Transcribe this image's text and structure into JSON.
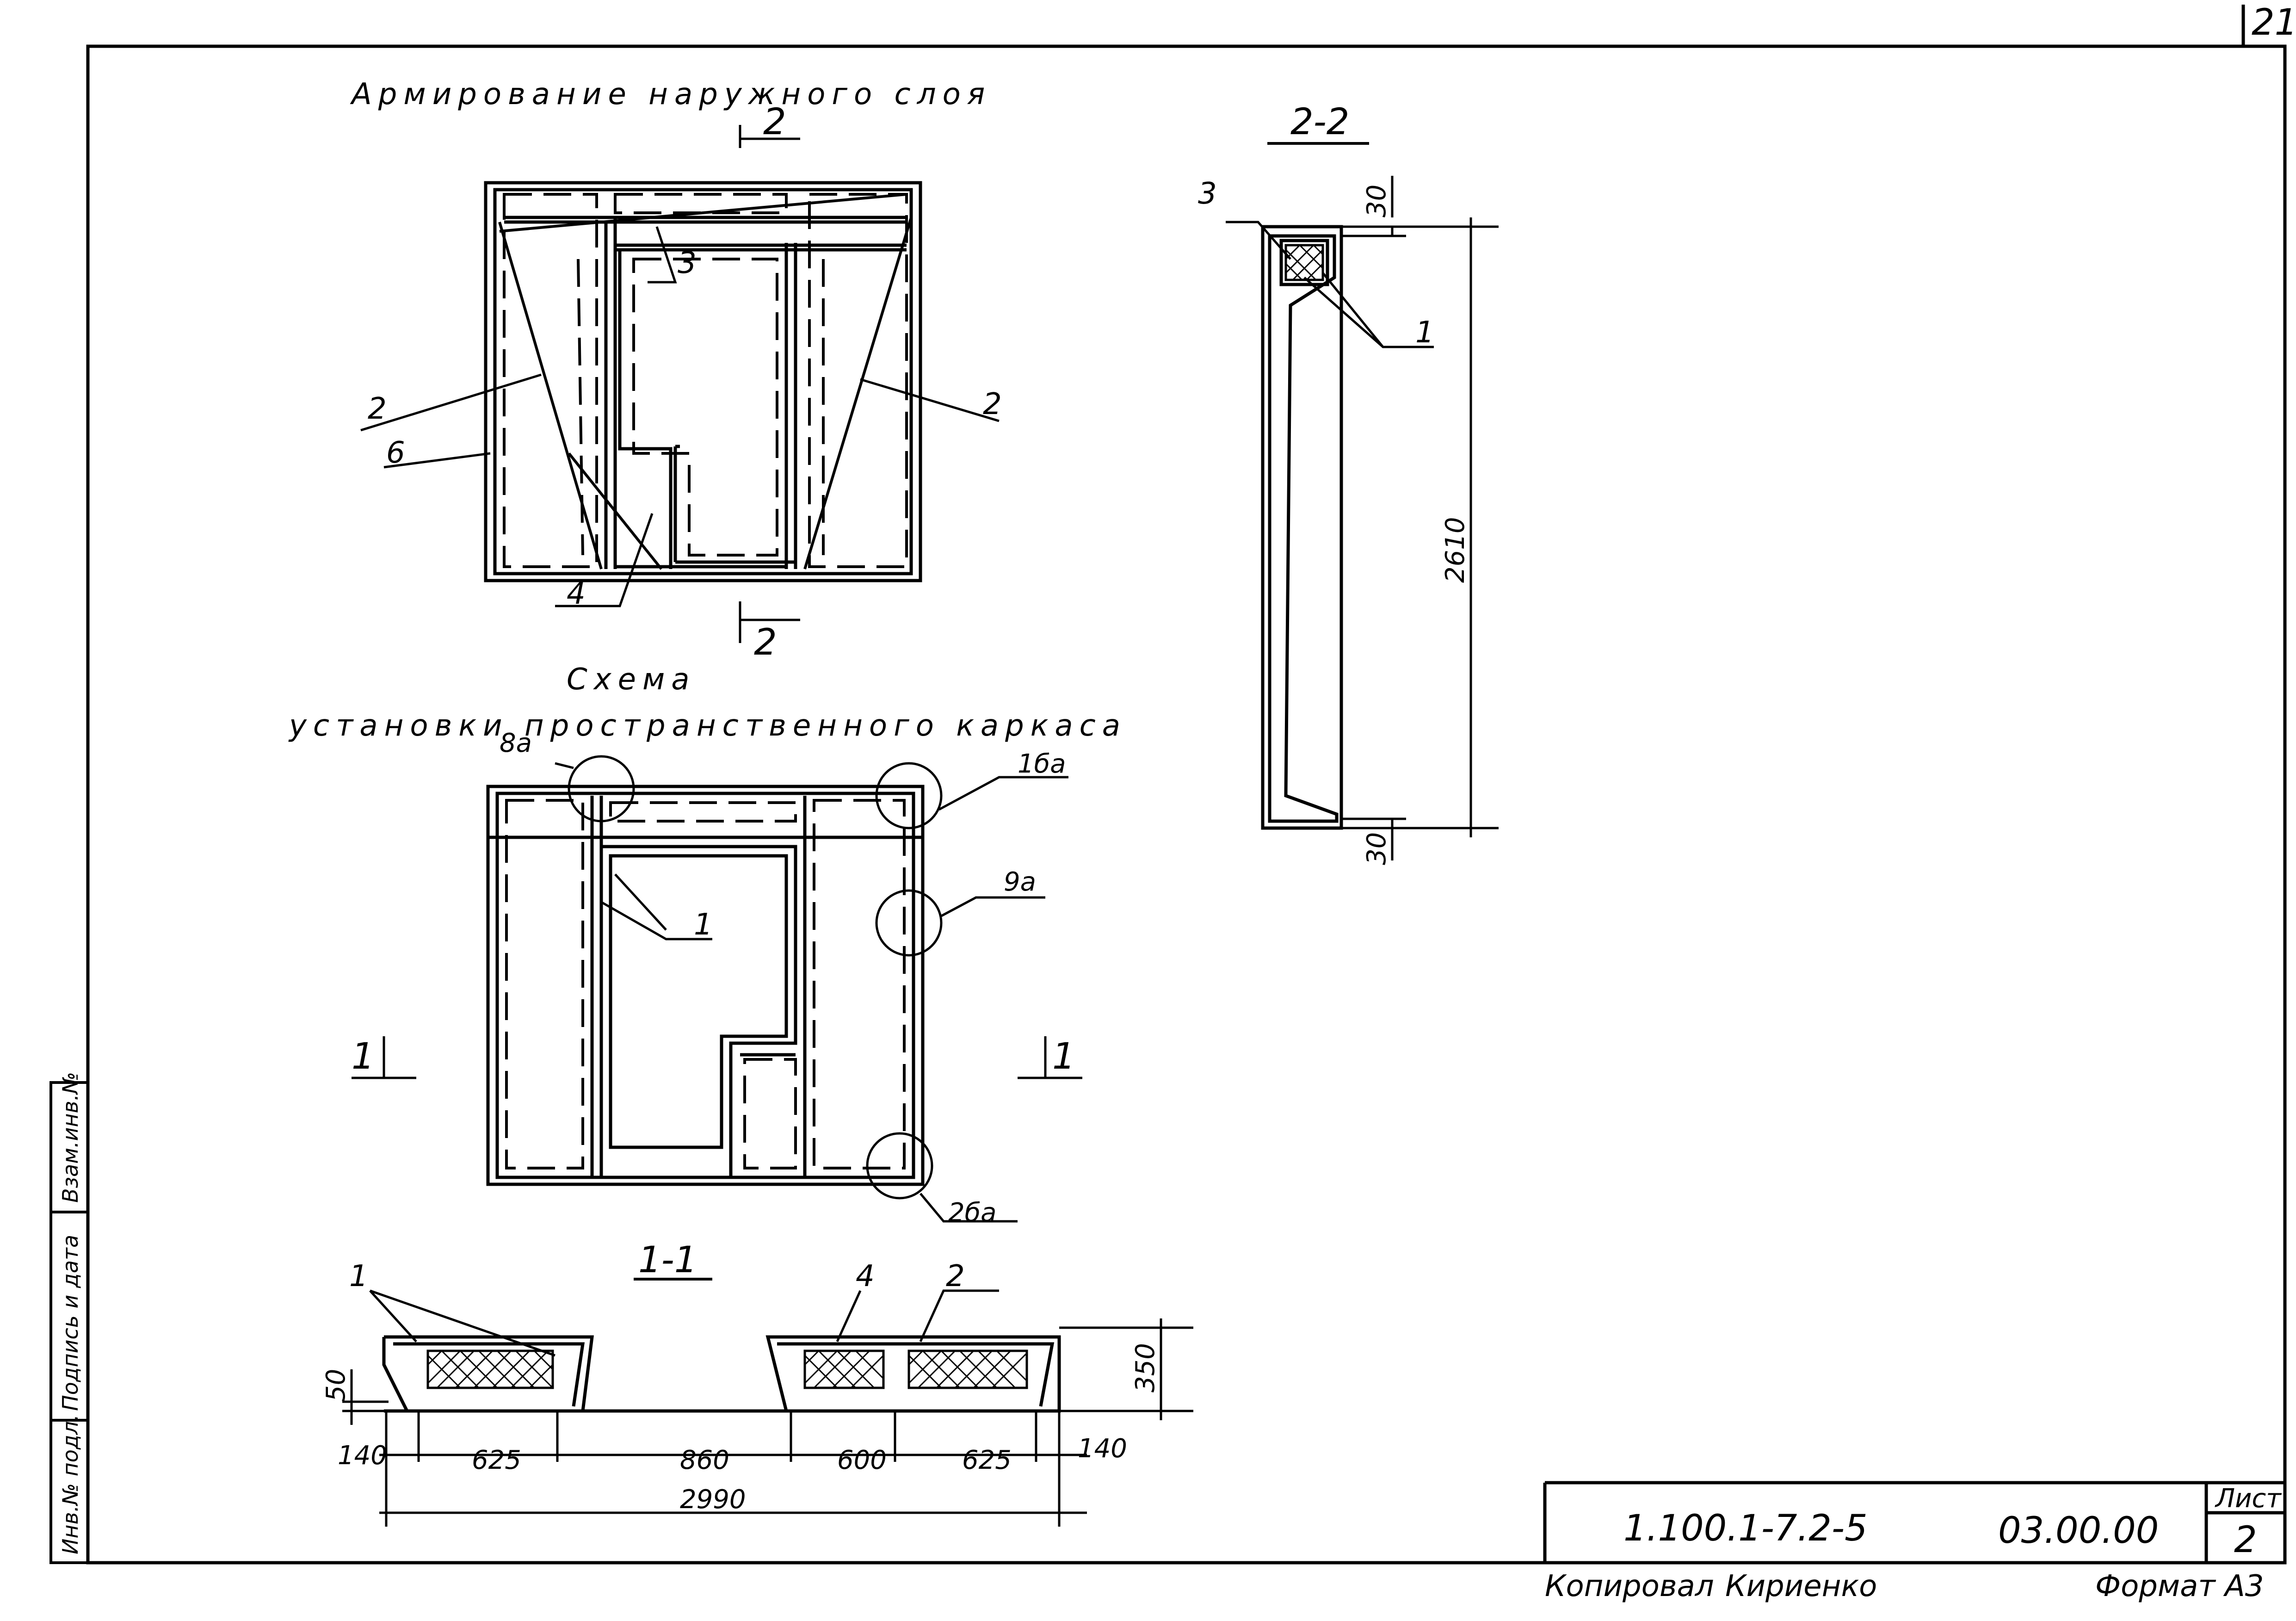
{
  "sheet": {
    "corner_number": "21",
    "format_label": "Формат А3",
    "copied_by": "Копировал",
    "copier_name": "Кириенко"
  },
  "views": {
    "outer_layer": {
      "title": "Армирование наружного слоя",
      "section_mark": "2"
    },
    "frame_scheme": {
      "title_line1": "Схема",
      "title_line2": "установки пространственного каркаса"
    },
    "section_2_2": {
      "title": "2-2"
    },
    "section_1_1": {
      "title": "1-1",
      "cut_mark": "1"
    }
  },
  "callouts": {
    "outer": [
      "2",
      "2",
      "3",
      "6",
      "4"
    ],
    "frame": [
      "8а",
      "1ба",
      "9а",
      "2ба",
      "1"
    ],
    "section_2_2": [
      "3",
      "1"
    ],
    "section_1_1": [
      "1",
      "4",
      "2"
    ]
  },
  "dimensions": {
    "section_2_2": {
      "top": "30",
      "height": "2610",
      "bottom": "30"
    },
    "section_1_1": {
      "left_edge": "140",
      "a": "625",
      "b": "860",
      "c": "600",
      "d": "625",
      "right_edge": "140",
      "total": "2990",
      "height": "350",
      "small": "50"
    }
  },
  "title_block": {
    "doc_code": "1.100.1-7.2-5",
    "sheet_code": "03.00.00",
    "sheet_label": "Лист",
    "sheet_number": "2"
  },
  "side_stamp": {
    "col1": "Инв.№ подл.",
    "col2": "Подпись и дата",
    "col3": "Взам.инв.№"
  }
}
